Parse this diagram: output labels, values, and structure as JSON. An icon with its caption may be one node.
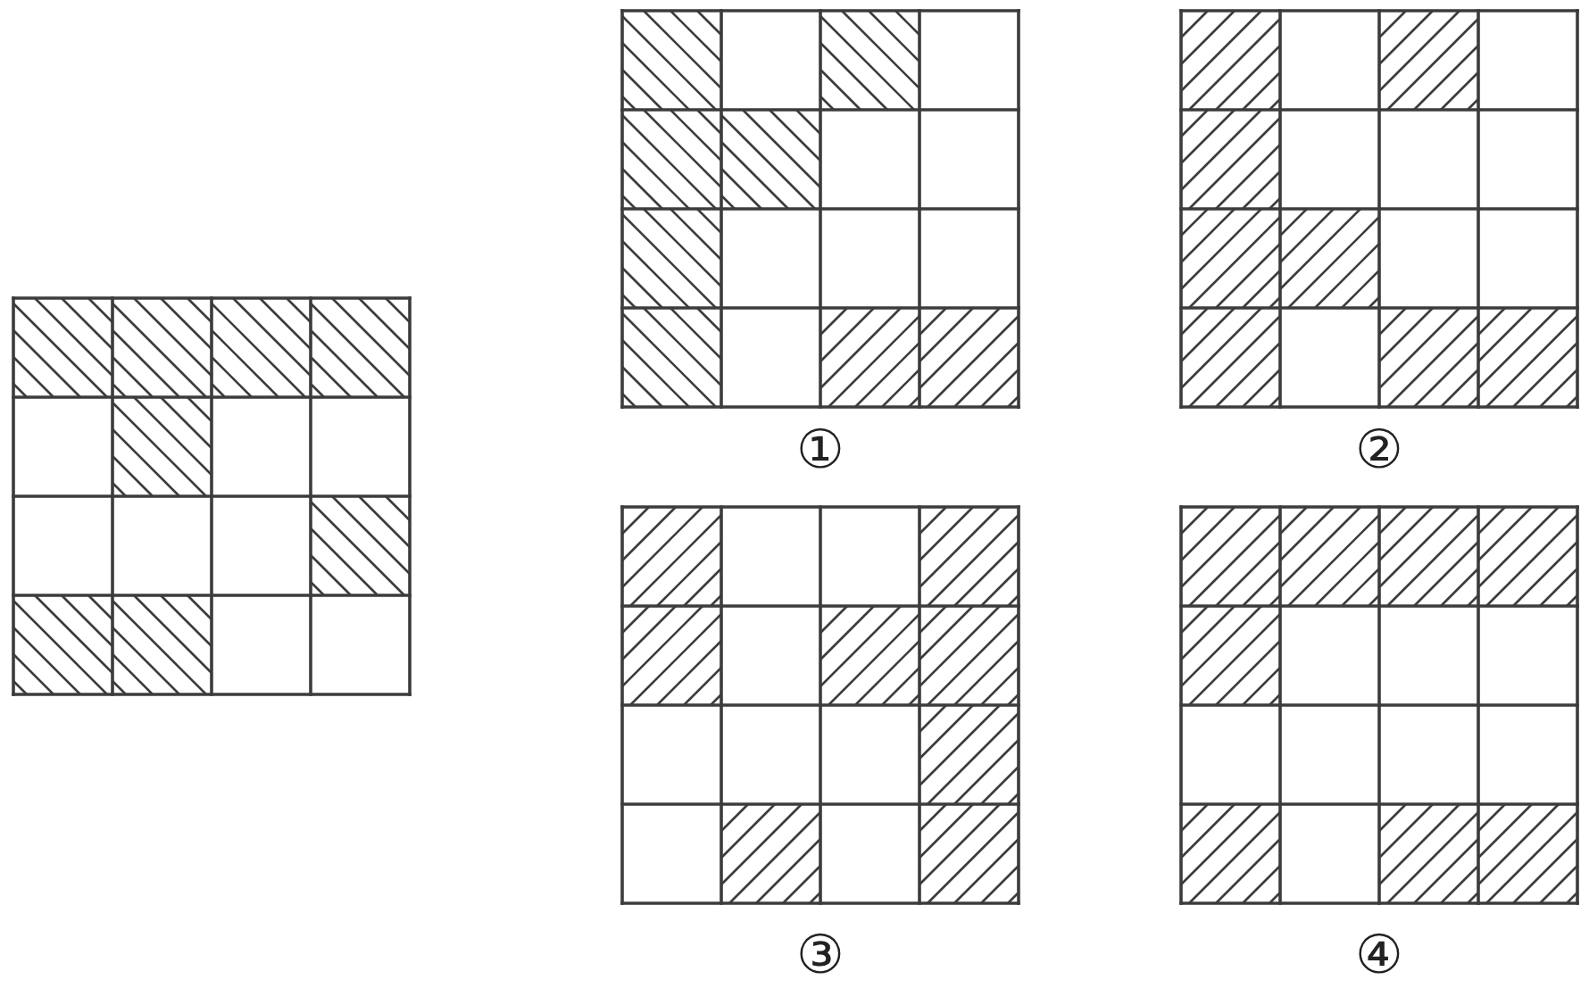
{
  "diagram": {
    "labels": [
      "①",
      "②",
      "③",
      "④"
    ]
  }
}
